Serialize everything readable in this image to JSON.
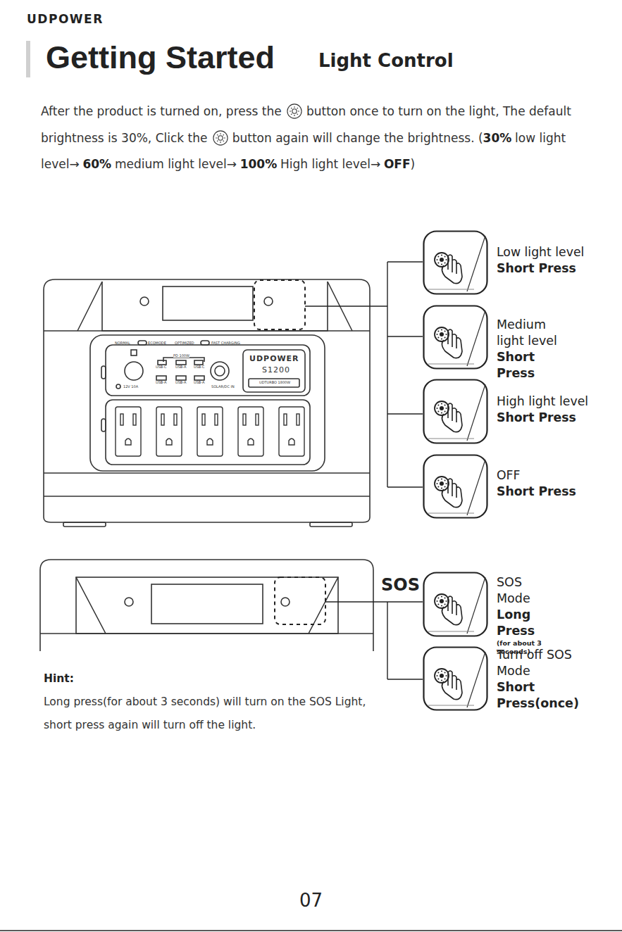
{
  "diagram": {
    "title": "Getting Started",
    "nodes": [
      {
        "text": [
          "Low light level",
          "Short Press"
        ]
      },
      {
        "text": [
          "Medium light level",
          "Short Press"
        ]
      },
      {
        "text": [
          "High light level",
          "Short Press"
        ]
      },
      {
        "text": [
          "OFF",
          "Short Press"
        ]
      },
      {
        "text": [
          "SOS Mode",
          "Long Press",
          "(for about 3 seconds)"
        ]
      },
      {
        "text": [
          "Turn off SOS Mode",
          "Short Press(once)"
        ]
      }
    ],
    "labels": [
      "UDPOWER",
      "Light Control",
      "After the product is turned on, press the",
      "button once to turn on the light, The default brightness is 30%, Click the",
      "button again will change the brightness. (",
      "30%",
      "low light level→",
      "60%",
      "medium light level→",
      "100%",
      "High light level→",
      "OFF",
      ")",
      "SOS",
      "Hint:",
      "Long press(for about 3 seconds) will turn on the SOS Light, short press again will turn off the light.",
      "07",
      "NORMAL",
      "ECOMODE",
      "OPTIMIZED",
      "FAST CHARGING",
      "PD 100W",
      "USB-C",
      "USB-A",
      "USB-C",
      "USB-A",
      "USB-A",
      "USB-A",
      "12V 10A",
      "SOLAR/DC IN",
      "UDPOWER",
      "S1200",
      "UDTURBO 1800W"
    ]
  }
}
